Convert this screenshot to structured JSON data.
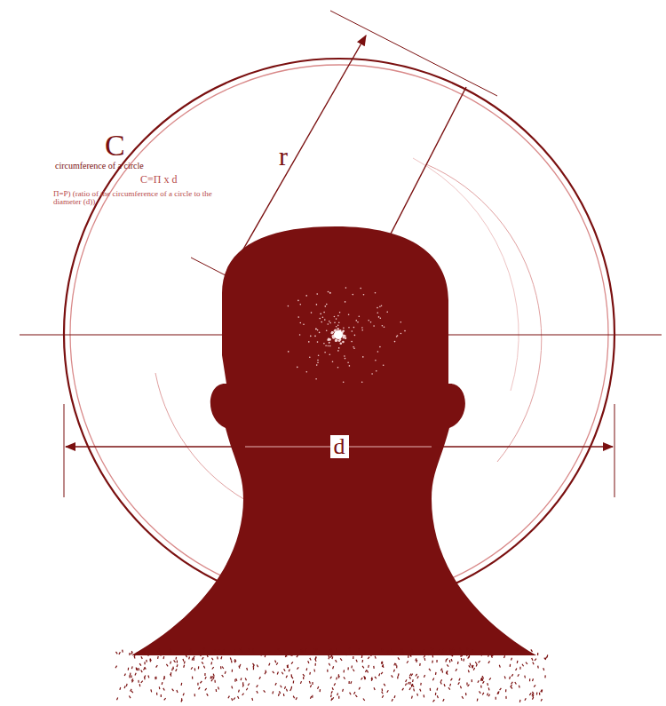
{
  "diagram": {
    "labels": [
      "C",
      "circumference of a circle",
      "C=Π x d",
      "Π=P) (ratio of the circumference of a circle to the diameter (d))",
      "r",
      "d"
    ]
  }
}
